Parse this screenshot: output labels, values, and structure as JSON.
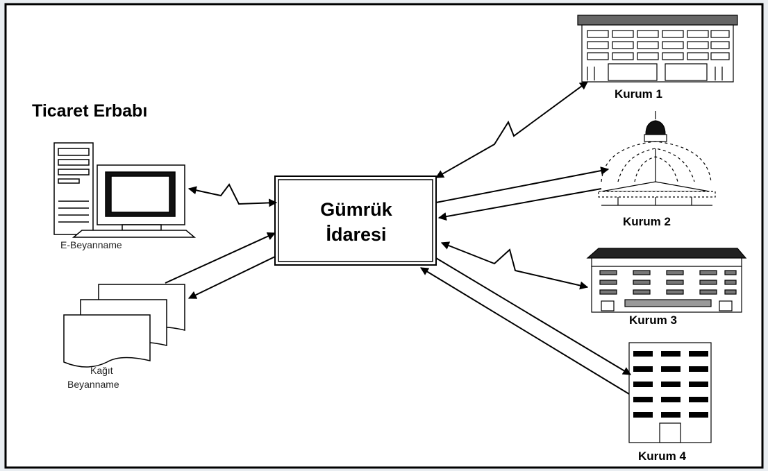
{
  "title": "Ticaret Erbabı",
  "center": {
    "line1": "Gümrük",
    "line2": "İdaresi"
  },
  "sources": {
    "electronic": "E-Beyanname",
    "paper_line1": "Kağıt",
    "paper_line2": "Beyanname"
  },
  "institutions": [
    "Kurum 1",
    "Kurum 2",
    "Kurum 3",
    "Kurum 4"
  ],
  "colors": {
    "background": "#e9edf1",
    "panel": "#ffffff",
    "ink": "#000000"
  },
  "icons": [
    "desktop-computer-icon",
    "paper-documents-icon",
    "office-building-icon",
    "domed-building-icon",
    "wide-building-icon",
    "tower-building-icon",
    "lightning-link-icon"
  ]
}
